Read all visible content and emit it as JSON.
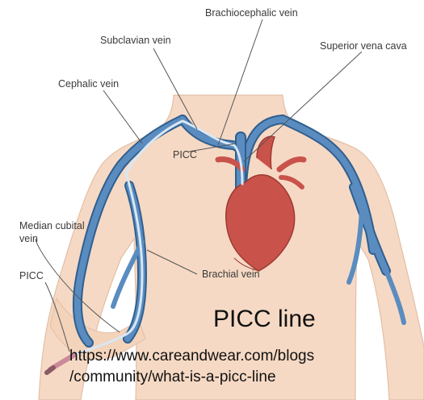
{
  "labels": {
    "brachiocephalic_vein": "Brachiocephalic vein",
    "subclavian_vein": "Subclavian vein",
    "superior_vena_cava": "Superior vena cava",
    "cephalic_vein": "Cephalic vein",
    "picc_chest": "PICC",
    "median_cubital_vein_line1": "Median cubital",
    "median_cubital_vein_line2": "vein",
    "brachial_vein": "Brachial vein",
    "picc_arm": "PICC"
  },
  "caption": {
    "title": "PICC line",
    "url_line1": "https://www.careandwear.com/blogs",
    "url_line2": "/community/what-is-a-picc-line"
  },
  "colors": {
    "skin": "#f6d9c4",
    "vein_blue": "#4f7fb0",
    "heart_red": "#c9534a",
    "catheter": "#ffffff",
    "leader_line": "#555555"
  }
}
